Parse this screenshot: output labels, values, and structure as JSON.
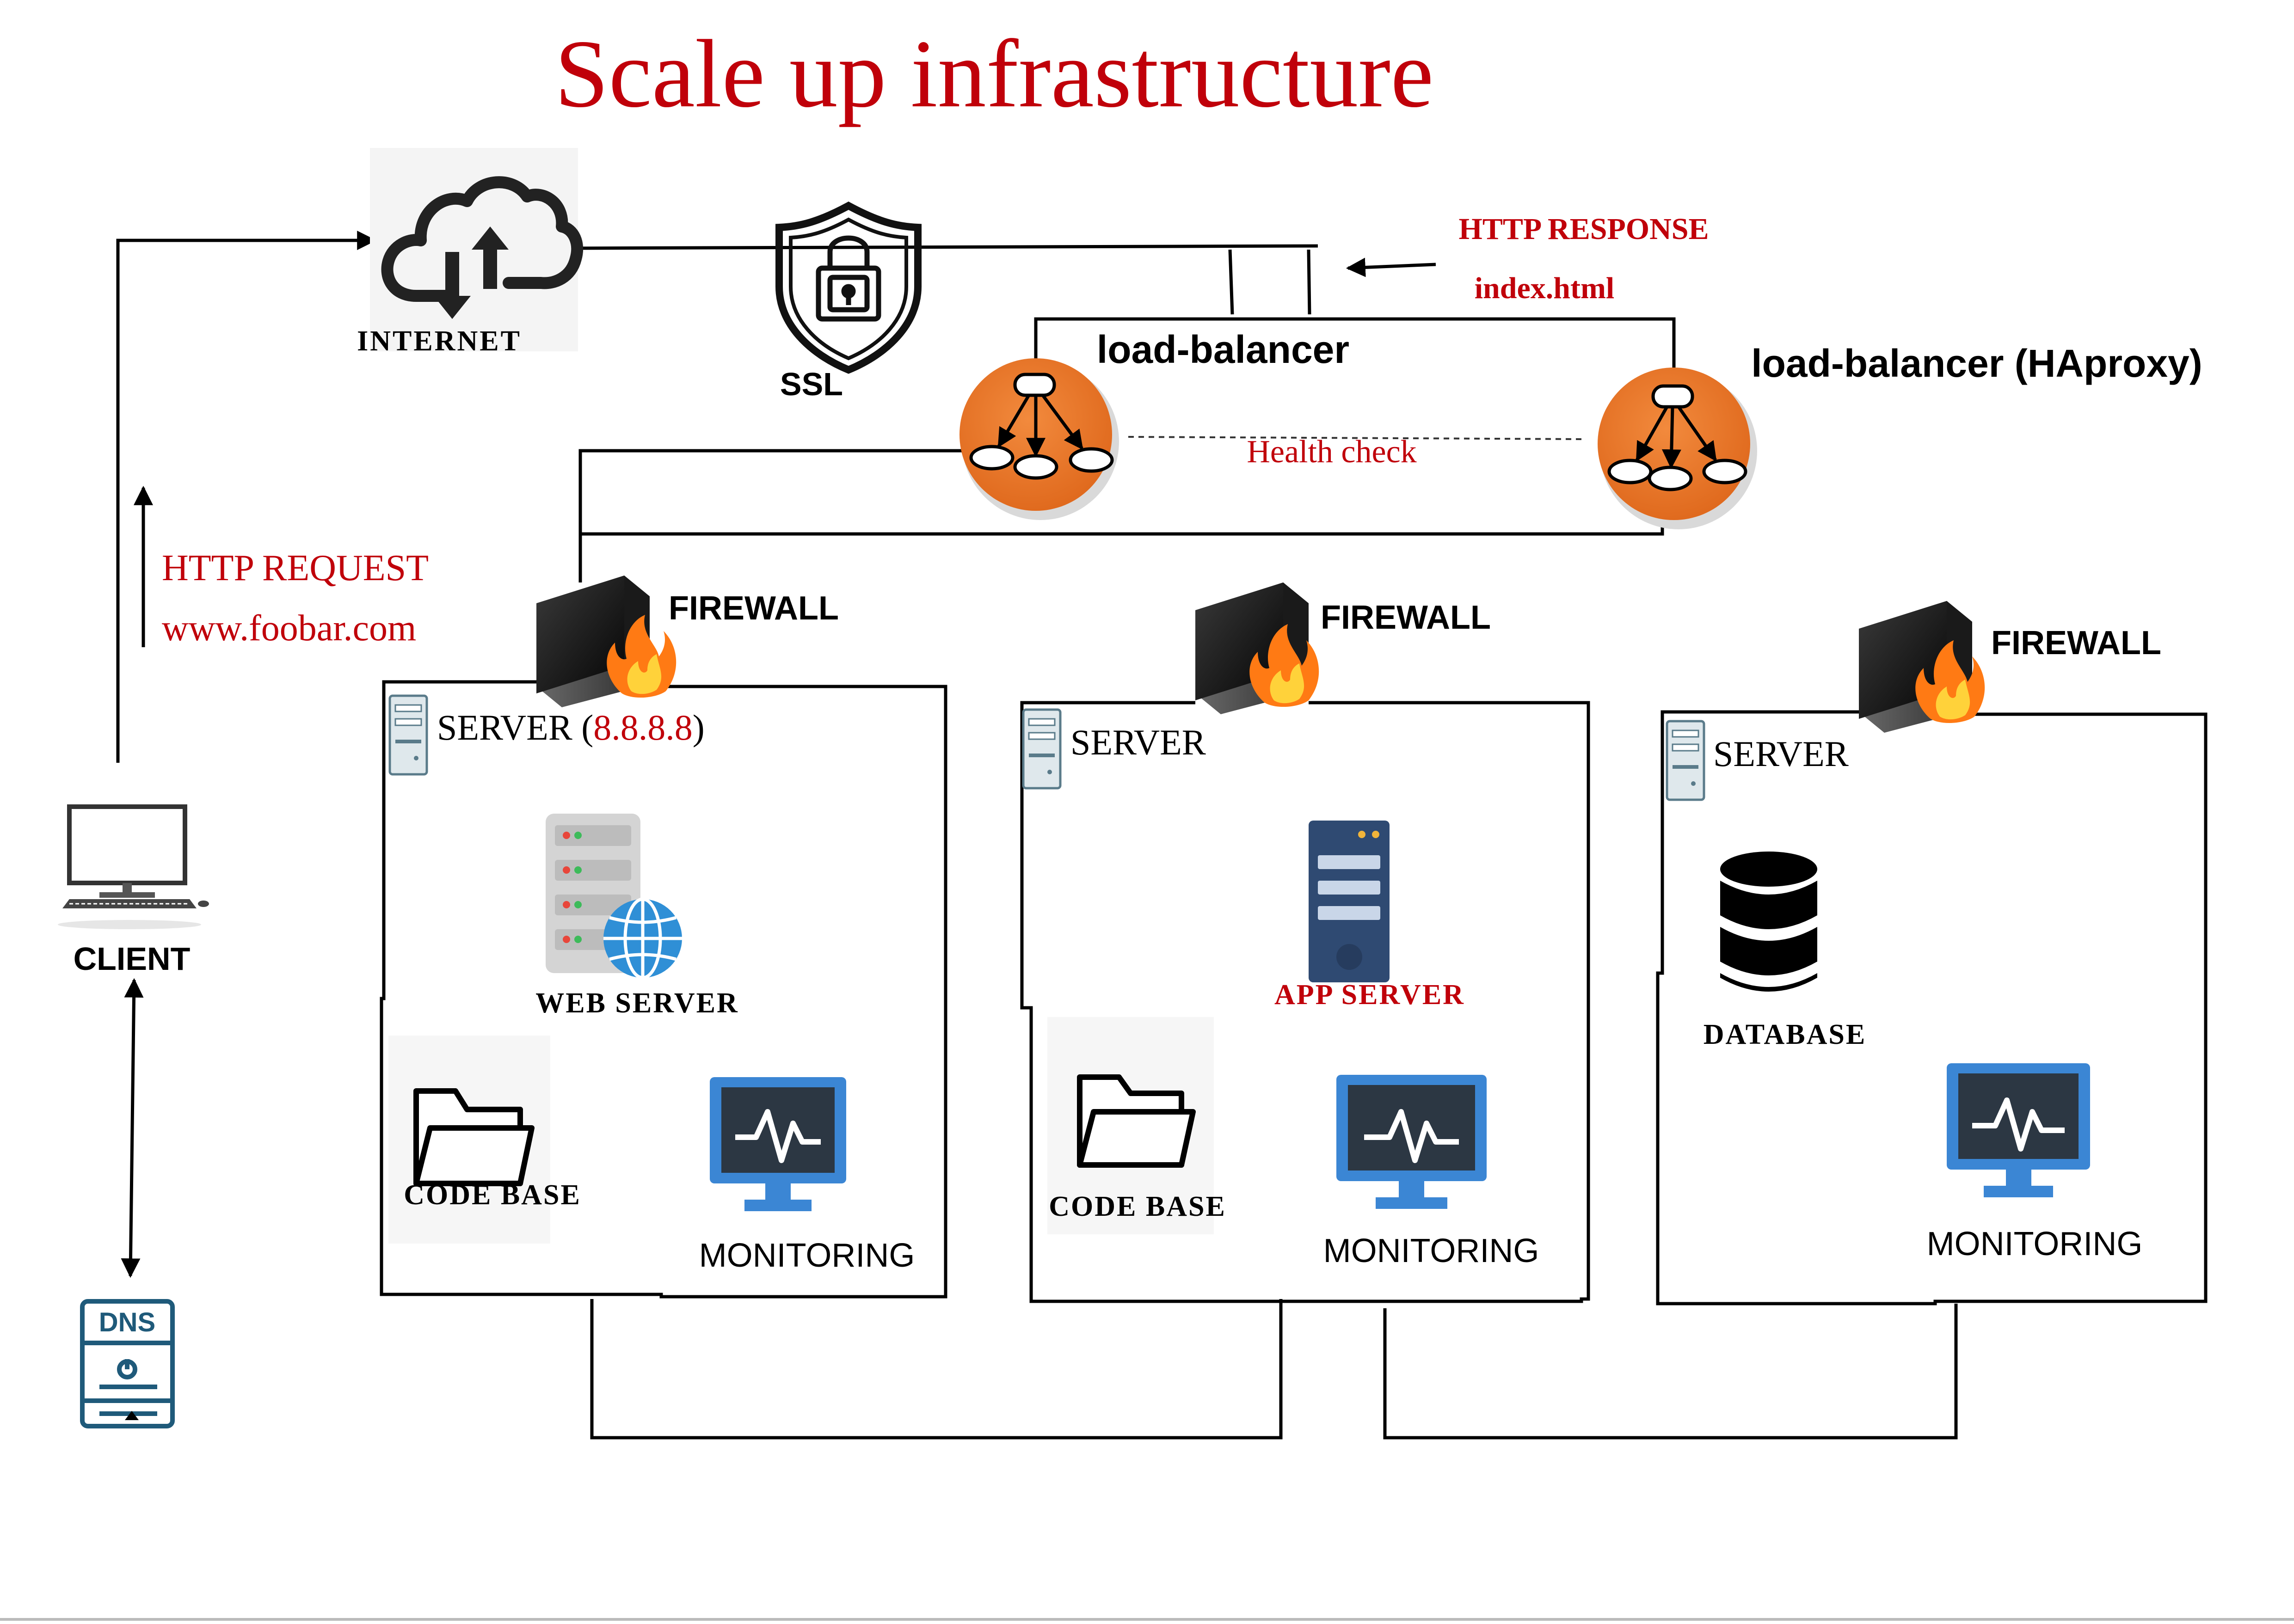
{
  "title": "Scale up infrastructure",
  "internet": {
    "label": "INTERNET"
  },
  "ssl": {
    "label": "SSL"
  },
  "http_response": {
    "label": "HTTP RESPONSE",
    "file": "index.html"
  },
  "load_balancer_1": {
    "label": "load-balancer"
  },
  "load_balancer_2": {
    "label": "load-balancer (HAproxy)"
  },
  "health_check": {
    "label": "Health check"
  },
  "http_request": {
    "label": "HTTP REQUEST",
    "domain": "www.foobar.com"
  },
  "client": {
    "label": "CLIENT"
  },
  "dns": {
    "label": "DNS"
  },
  "server_1": {
    "firewall": "FIREWALL",
    "label": "SERVER (",
    "ip": "8.8.8.8",
    "label_close": ")",
    "role": "WEB SERVER",
    "code_base": "CODE BASE",
    "monitoring": "MONITORING"
  },
  "server_2": {
    "firewall": "FIREWALL",
    "label": "SERVER",
    "role": "APP SERVER",
    "code_base": "CODE BASE",
    "monitoring": "MONITORING"
  },
  "server_3": {
    "firewall": "FIREWALL",
    "label": "SERVER",
    "role": "DATABASE",
    "monitoring": "MONITORING"
  },
  "colors": {
    "red": "#c0000a",
    "orange": "#e9772c",
    "monitor_blue": "#3b86d4",
    "globe_blue": "#2f8fd6",
    "dns_teal": "#1f5a7a",
    "black": "#000000"
  }
}
